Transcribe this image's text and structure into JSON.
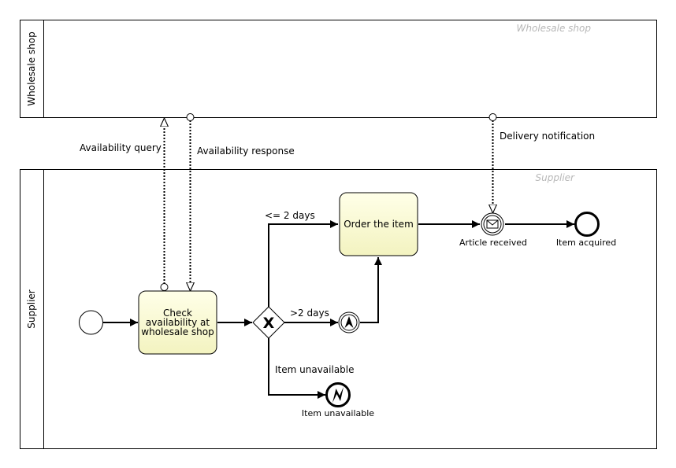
{
  "pools": {
    "wholesale": {
      "label": "Wholesale shop",
      "watermark": "Wholesale shop"
    },
    "supplier": {
      "label": "Supplier",
      "watermark": "Supplier"
    }
  },
  "tasks": {
    "check": {
      "lines": [
        "Check",
        "availability at",
        "wholesale shop"
      ]
    },
    "order": {
      "label": "Order the item"
    }
  },
  "gateway": {
    "symbol": "X"
  },
  "events": {
    "article_received": "Article received",
    "item_acquired": "Item acquired",
    "item_unavailable_end": "Item unavailable"
  },
  "flows": {
    "le2days": "<= 2 days",
    "gt2days": ">2 days",
    "item_unavailable_flow": "Item unavailable"
  },
  "messages": {
    "availability_query": "Availability query",
    "availability_response": "Availability response",
    "delivery_notification": "Delivery notification"
  },
  "colors": {
    "task_fill_top": "#ffffe8",
    "task_fill_bottom": "#f3f3c0",
    "stroke": "#000000",
    "watermark": "#b8b8b8"
  },
  "icons": [
    "envelope-icon",
    "escalation-icon",
    "error-icon",
    "exclusive-x-icon"
  ]
}
